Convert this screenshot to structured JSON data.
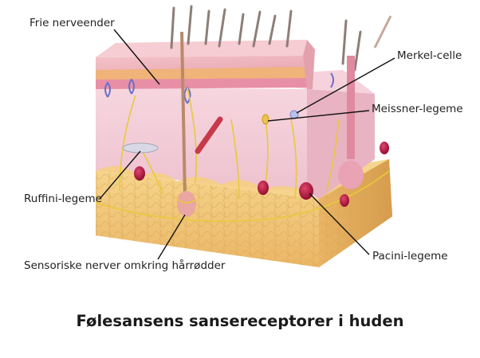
{
  "title": "Følesansens sansereceptorer i huden",
  "labels": {
    "free_nerve_endings": "Frie nerveender",
    "merkel_cell": "Merkel-celle",
    "meissner_corpuscle": "Meissner-legeme",
    "ruffini_corpuscle": "Ruffini-legeme",
    "hair_root_nerves": "Sensoriske nerver omkring hårrødder",
    "pacini_corpuscle": "Pacini-legeme"
  },
  "colors": {
    "epidermis": "#f0b9c4",
    "dermis": "#f3cbd6",
    "fat": "#f5cf82",
    "nerve": "#e8c93a",
    "hair": "#8a7a72",
    "pacini": "#b0123c"
  }
}
